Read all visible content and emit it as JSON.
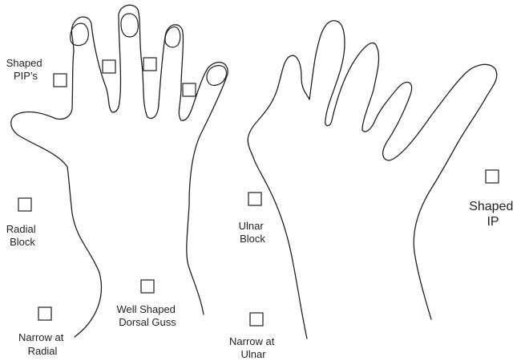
{
  "labels": {
    "shaped_pips": [
      "Shaped",
      "PIP’s"
    ],
    "radial_block": [
      "Radial",
      "Block"
    ],
    "ulnar_block": [
      "Ulnar",
      "Block"
    ],
    "well_shaped_dorsal_guss": [
      "Well Shaped",
      "Dorsal Guss"
    ],
    "narrow_at_radial": [
      "Narrow at",
      "Radial"
    ],
    "narrow_at_ulnar": [
      "Narrow at",
      "Ulnar"
    ],
    "shaped_ip": [
      "Shaped",
      "IP"
    ]
  },
  "colors": {
    "line": "#231f20",
    "background": "#ffffff"
  }
}
